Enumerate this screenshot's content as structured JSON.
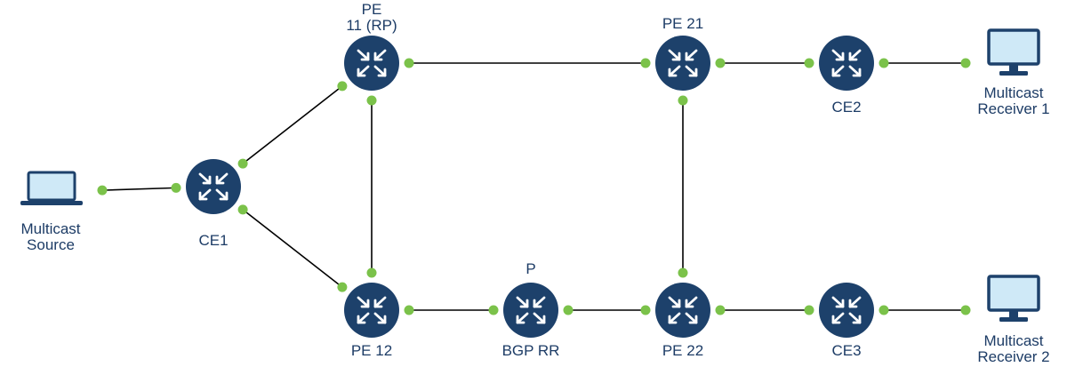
{
  "colors": {
    "router_fill": "#1d416b",
    "router_arrows": "#ffffff",
    "link": "#000000",
    "port": "#7bc24a",
    "label": "#1d3c66",
    "screen_fill": "#cfe9f7",
    "screen_stroke": "#1d416b"
  },
  "nodes": {
    "pe11": {
      "line1": "PE",
      "line2": "11 (RP)",
      "icon": "router-icon"
    },
    "pe21": {
      "line1": "PE 21",
      "icon": "router-icon"
    },
    "ce2": {
      "line1": "CE2",
      "icon": "router-icon"
    },
    "ce1": {
      "line1": "CE1",
      "icon": "router-icon"
    },
    "pe12": {
      "line1": "PE 12",
      "icon": "router-icon"
    },
    "p": {
      "line1": "P",
      "line2": "BGP RR",
      "icon": "router-icon"
    },
    "pe22": {
      "line1": "PE 22",
      "icon": "router-icon"
    },
    "ce3": {
      "line1": "CE3",
      "icon": "router-icon"
    },
    "source": {
      "line1": "Multicast",
      "line2": "Source",
      "icon": "laptop-icon"
    },
    "receiver1": {
      "line1": "Multicast",
      "line2": "Receiver 1",
      "icon": "monitor-icon"
    },
    "receiver2": {
      "line1": "Multicast",
      "line2": "Receiver 2",
      "icon": "monitor-icon"
    }
  },
  "links": [
    [
      "source",
      "ce1"
    ],
    [
      "ce1",
      "pe11"
    ],
    [
      "ce1",
      "pe12"
    ],
    [
      "pe11",
      "pe12"
    ],
    [
      "pe11",
      "pe21"
    ],
    [
      "pe21",
      "ce2"
    ],
    [
      "ce2",
      "receiver1"
    ],
    [
      "pe21",
      "pe22"
    ],
    [
      "pe12",
      "p"
    ],
    [
      "p",
      "pe22"
    ],
    [
      "pe22",
      "ce3"
    ],
    [
      "ce3",
      "receiver2"
    ]
  ]
}
